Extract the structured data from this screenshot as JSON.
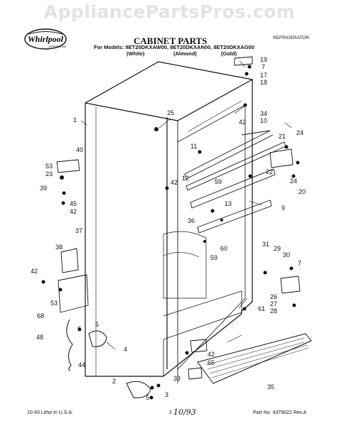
{
  "watermark": "AppliancePartsPros.com",
  "brand": {
    "name": "Whirlpool",
    "sub": "CORPORATION"
  },
  "header": {
    "title": "CABINET PARTS",
    "models": "For Models: 8ET20DKXAW00, 8ET20DKXAN00, 8ET20DKXAG00",
    "color_white": "(White)",
    "color_almond": "(Almond)",
    "color_gold": "(Gold)",
    "category": "REFRIGERATOR"
  },
  "part_numbers": {
    "p19": "19",
    "p7a": "7",
    "p17": "17",
    "p18": "18",
    "p34": "34",
    "p10": "10",
    "p42a": "42",
    "p25": "25",
    "p1": "1",
    "p21": "21",
    "p24a": "24",
    "p11": "11",
    "p40": "40",
    "p53a": "53",
    "p23": "23",
    "p39": "39",
    "p22": "22",
    "p12": "12",
    "p42b": "42",
    "p59a": "59",
    "p45": "45",
    "p42c": "42",
    "p13": "13",
    "p24b": "24",
    "p20": "20",
    "p9": "9",
    "p36": "36",
    "p37": "37",
    "p38": "38",
    "p60": "60",
    "p59b": "59",
    "p31": "31",
    "p29": "29",
    "p30": "30",
    "p7b": "7",
    "p42d": "42",
    "p53b": "53",
    "p68": "68",
    "p26": "26",
    "p27": "27",
    "p28": "28",
    "p61": "61",
    "p48": "48",
    "p6": "6",
    "p5a": "5",
    "p4": "4",
    "p44": "44",
    "p42e": "42",
    "p65": "65",
    "p2": "2",
    "p33": "33",
    "p5b": "5",
    "p3": "3",
    "p35": "35"
  },
  "footer": {
    "left": "10-93 Litho In U.S.A.",
    "page": "2",
    "part_no": "Part No. 4379022 Rev.A",
    "handwritten": "10/93"
  }
}
